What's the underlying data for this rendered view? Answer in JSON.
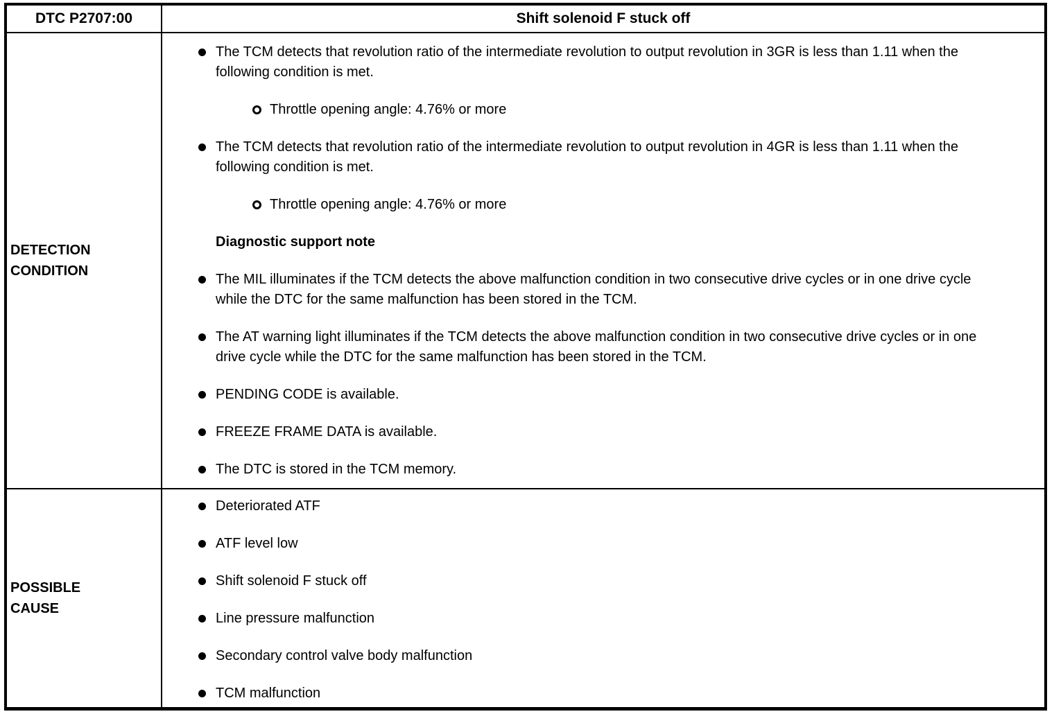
{
  "table": {
    "header": {
      "dtc_label": "DTC P2707:00",
      "title": "Shift solenoid F stuck off"
    },
    "rows": [
      {
        "label": "DETECTION CONDITION",
        "items": [
          {
            "type": "bullet",
            "text": "The TCM detects that revolution ratio of the intermediate revolution to output revolution in 3GR is less than 1.11 when the following condition is met."
          },
          {
            "type": "sub",
            "text": "Throttle opening angle: 4.76% or more"
          },
          {
            "type": "bullet",
            "text": "The TCM detects that revolution ratio of the intermediate revolution to output revolution in 4GR is less than 1.11 when the following condition is met."
          },
          {
            "type": "sub",
            "text": "Throttle opening angle: 4.76% or more"
          },
          {
            "type": "heading",
            "text": "Diagnostic support note"
          },
          {
            "type": "bullet",
            "text": "The MIL illuminates if the TCM detects the above malfunction condition in two consecutive drive cycles or in one drive cycle while the DTC for the same malfunction has been stored in the TCM."
          },
          {
            "type": "bullet",
            "text": "The AT warning light illuminates if the TCM detects the above malfunction condition in two consecutive drive cycles or in one drive cycle while the DTC for the same malfunction has been stored in the TCM."
          },
          {
            "type": "bullet",
            "text": "PENDING CODE is available."
          },
          {
            "type": "bullet",
            "text": "FREEZE FRAME DATA is available."
          },
          {
            "type": "bullet",
            "text": "The DTC is stored in the TCM memory."
          }
        ]
      },
      {
        "label": "POSSIBLE CAUSE",
        "items": [
          {
            "type": "bullet",
            "text": "Deteriorated ATF"
          },
          {
            "type": "bullet",
            "text": "ATF level low"
          },
          {
            "type": "bullet",
            "text": "Shift solenoid F stuck off"
          },
          {
            "type": "bullet",
            "text": "Line pressure malfunction"
          },
          {
            "type": "bullet",
            "text": "Secondary control valve body malfunction"
          },
          {
            "type": "bullet",
            "text": "TCM malfunction"
          }
        ]
      }
    ],
    "colors": {
      "border": "#000000",
      "background": "#ffffff",
      "text": "#000000"
    }
  }
}
